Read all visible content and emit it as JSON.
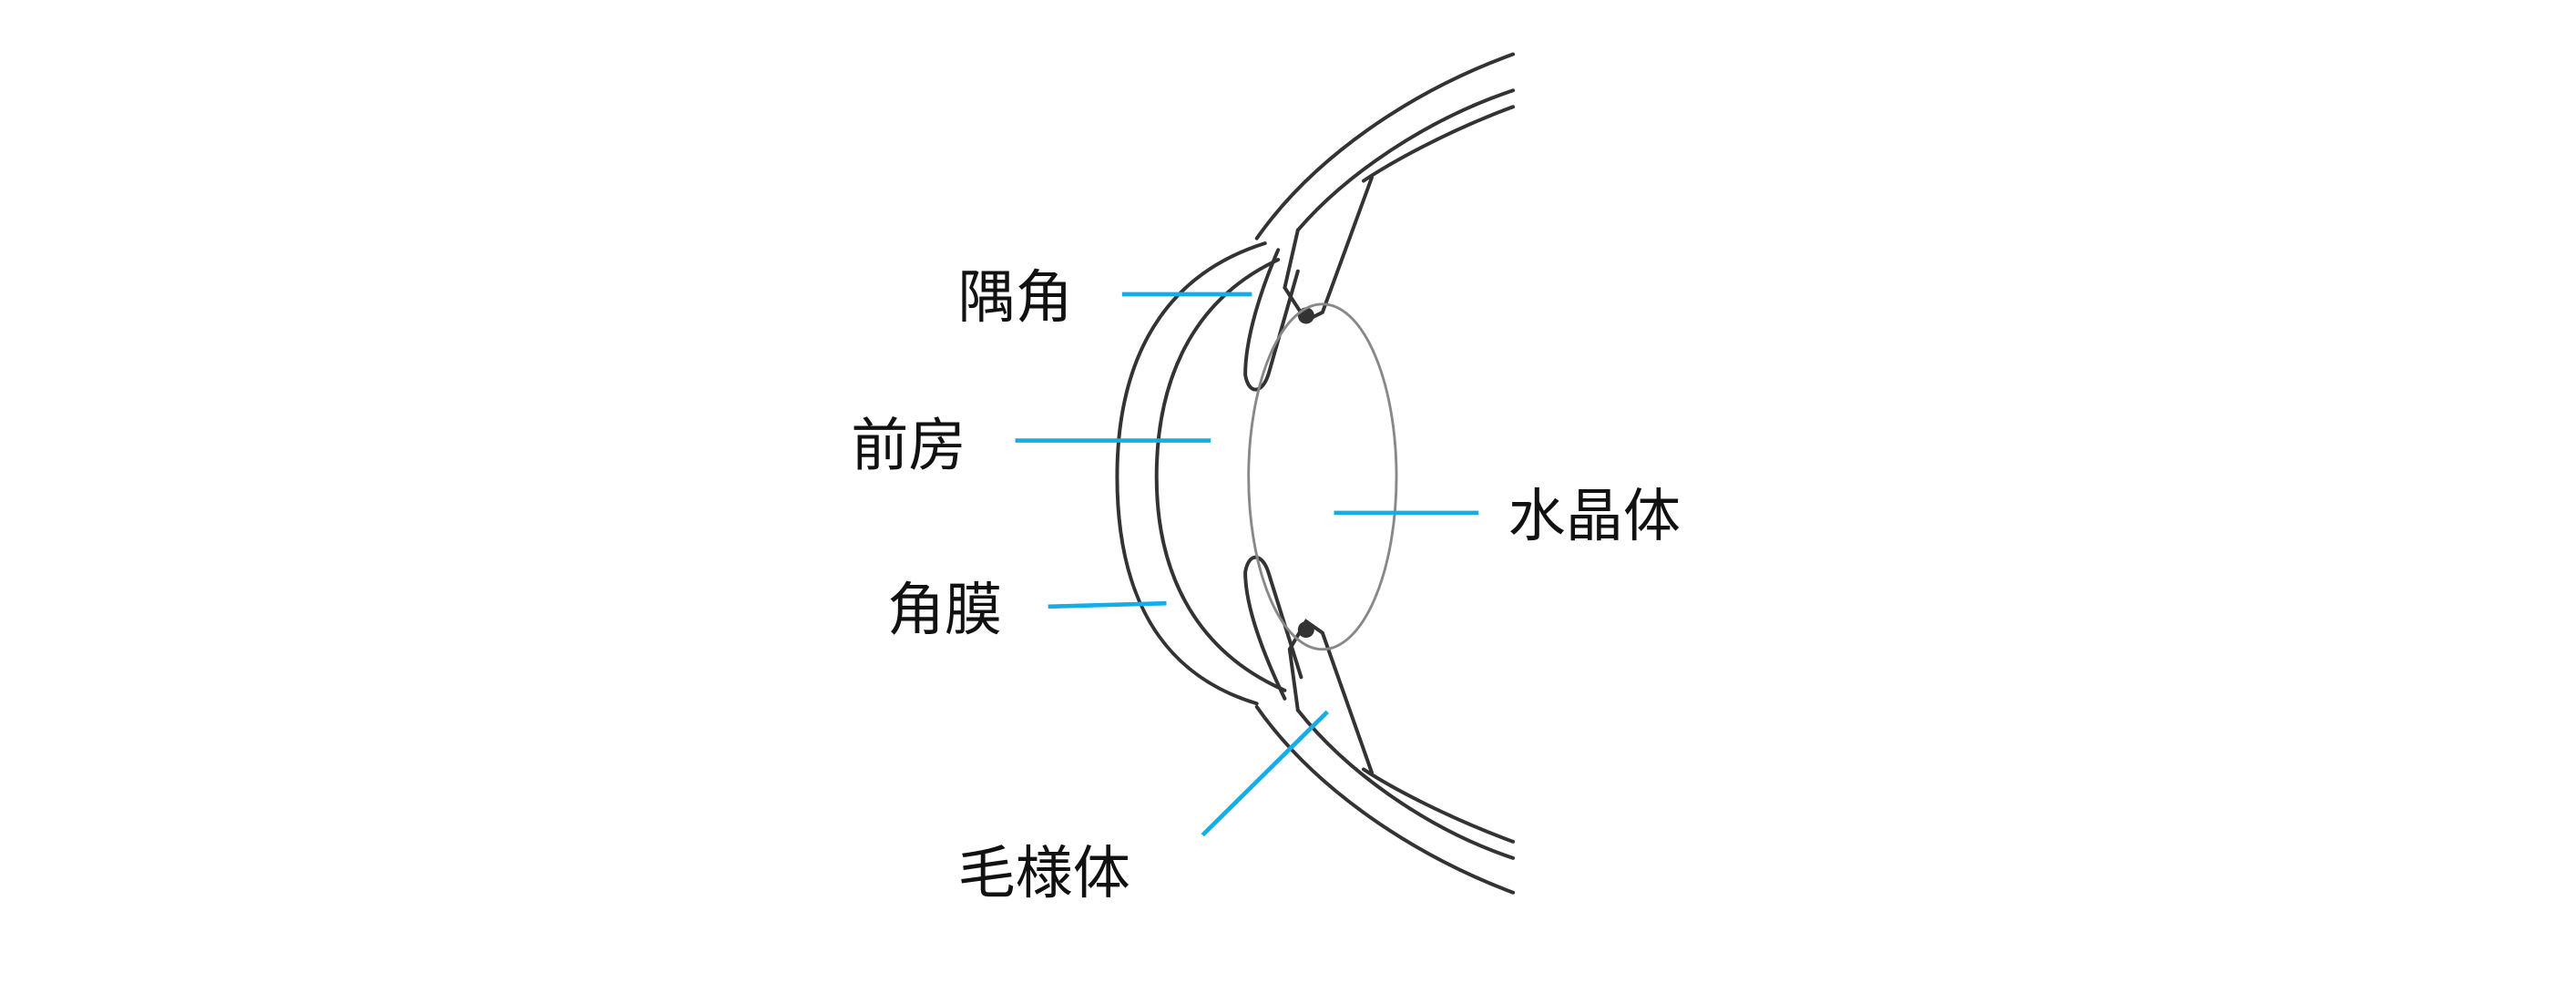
{
  "title": "眼の前部断面図",
  "labels": {
    "angle": "隅角",
    "anterior_chamber": "前房",
    "cornea": "角膜",
    "ciliary_body": "毛様体",
    "lens": "水晶体"
  },
  "colors": {
    "leader_line": "#14aee6",
    "outline": "#333333",
    "text": "#111111"
  }
}
